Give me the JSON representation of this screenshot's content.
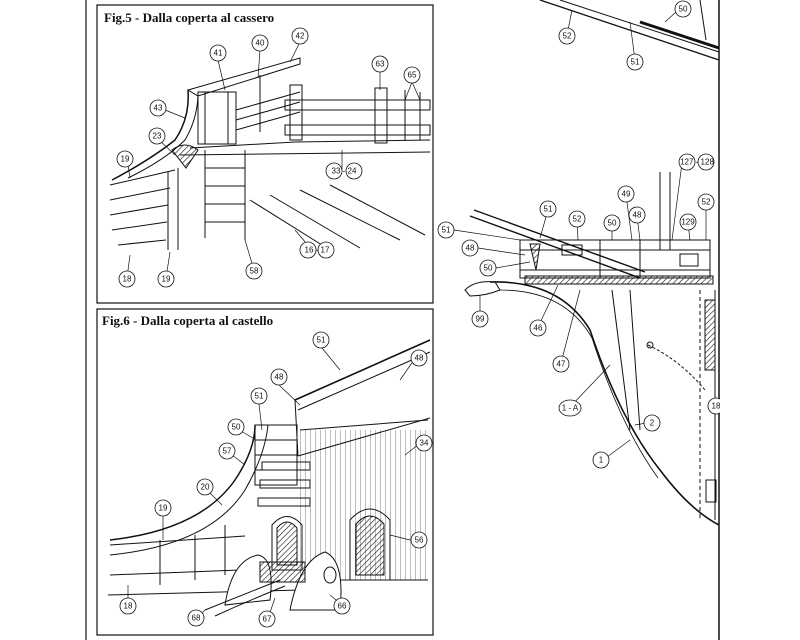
{
  "sheet": {
    "ink_color": "#111111",
    "paper_color": "#ffffff"
  },
  "fig5": {
    "title": "Fig.5 - Dalla coperta al cassero",
    "callouts": {
      "c42": "42",
      "c41": "41",
      "c40": "40",
      "c63": "63",
      "c65": "65",
      "c43": "43",
      "c23": "23",
      "c19a": "19",
      "c3324": "33 - 24",
      "c1617": "16 - 17",
      "c18": "18",
      "c19b": "19",
      "c58": "58"
    }
  },
  "fig6": {
    "title": "Fig.6 - Dalla coperta al castello",
    "callouts": {
      "c51a": "51",
      "c48a": "48",
      "c48b": "48",
      "c51b": "51",
      "c50": "50",
      "c34": "34",
      "c57": "57",
      "c20": "20",
      "c19": "19",
      "c56": "56",
      "c18": "18",
      "c68": "68",
      "c67": "67",
      "c66": "66"
    }
  },
  "main": {
    "callouts": {
      "c52a": "52",
      "c50a": "50",
      "c51a": "51",
      "c127128": "127 - 128",
      "c49": "49",
      "c51b": "51",
      "c52b": "52",
      "c52c": "52",
      "c50b": "50",
      "c48a": "48",
      "c129": "129",
      "c51c": "51",
      "c48b": "48",
      "c50c": "50",
      "c99": "99",
      "c46": "46",
      "c47": "47",
      "c1A": "1 - A",
      "c2": "2",
      "c1": "1",
      "c18": "18"
    }
  }
}
